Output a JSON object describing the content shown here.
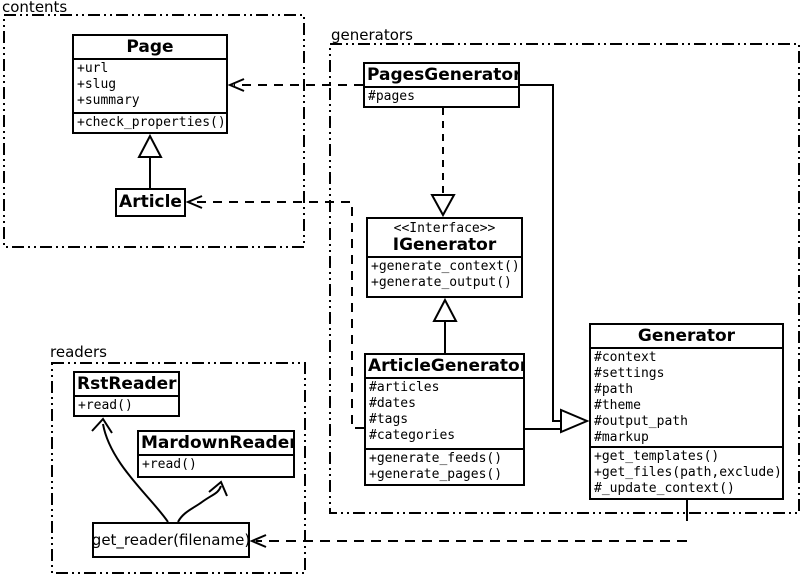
{
  "diagram_type": "uml-class-diagram",
  "colors": {
    "line": "#000000",
    "background": "#ffffff"
  },
  "packages": {
    "contents": {
      "label": "contents"
    },
    "generators": {
      "label": "generators"
    },
    "readers": {
      "label": "readers"
    }
  },
  "classes": {
    "page": {
      "name": "Page",
      "attributes": [
        "+url",
        "+slug",
        "+summary"
      ],
      "methods": [
        "+check_properties()"
      ]
    },
    "article": {
      "name": "Article"
    },
    "pages_generator": {
      "name": "PagesGenerator",
      "attributes": [
        "#pages"
      ]
    },
    "igenerator": {
      "stereotype": "<<Interface>>",
      "name": "IGenerator",
      "methods": [
        "+generate_context()",
        "+generate_output()"
      ]
    },
    "article_generator": {
      "name": "ArticleGenerator",
      "attributes": [
        "#articles",
        "#dates",
        "#tags",
        "#categories"
      ],
      "methods": [
        "+generate_feeds()",
        "+generate_pages()"
      ]
    },
    "generator": {
      "name": "Generator",
      "attributes": [
        "#context",
        "#settings",
        "#path",
        "#theme",
        "#output_path",
        "#markup"
      ],
      "methods": [
        "+get_templates()",
        "+get_files(path,exclude)",
        "#_update_context()"
      ]
    },
    "rst_reader": {
      "name": "RstReader",
      "methods": [
        "+read()"
      ]
    },
    "mardown_reader": {
      "name": "MardownReader",
      "methods": [
        "+read()"
      ]
    },
    "get_reader": {
      "label": "get_reader(filename)"
    }
  },
  "relations": [
    {
      "from": "Article",
      "to": "Page",
      "type": "inheritance"
    },
    {
      "from": "PagesGenerator",
      "to": "IGenerator",
      "type": "realization"
    },
    {
      "from": "ArticleGenerator",
      "to": "IGenerator",
      "type": "inheritance"
    },
    {
      "from": "PagesGenerator",
      "to": "Generator",
      "type": "inheritance"
    },
    {
      "from": "ArticleGenerator",
      "to": "Generator",
      "type": "inheritance"
    },
    {
      "from": "PagesGenerator",
      "to": "Page",
      "type": "dependency"
    },
    {
      "from": "ArticleGenerator",
      "to": "Article",
      "type": "dependency"
    },
    {
      "from": "Generator",
      "to": "get_reader(filename)",
      "type": "dependency"
    },
    {
      "from": "get_reader(filename)",
      "to": "RstReader",
      "type": "association"
    },
    {
      "from": "get_reader(filename)",
      "to": "MardownReader",
      "type": "association"
    }
  ]
}
